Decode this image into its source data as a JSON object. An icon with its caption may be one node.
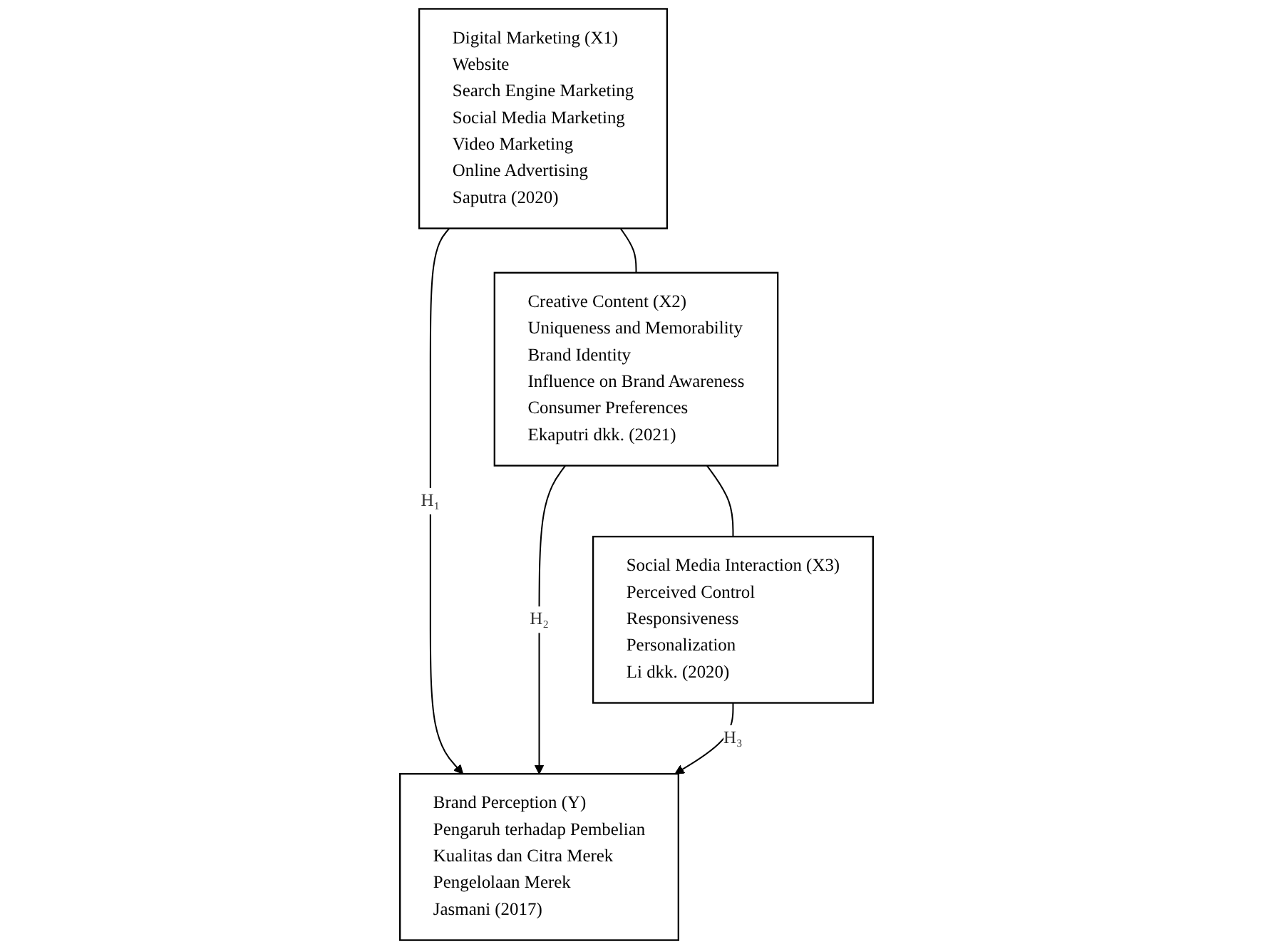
{
  "diagram": {
    "nodes": [
      {
        "text": [
          "Digital Marketing (X1)",
          "Website",
          "Search Engine Marketing",
          "Social Media Marketing",
          "Video Marketing",
          "Online Advertising",
          "Saputra (2020)"
        ]
      },
      {
        "text": [
          "Creative Content (X2)",
          "Uniqueness and Memorability",
          "Brand Identity",
          "Influence on Brand Awareness",
          "Consumer Preferences",
          "Ekaputri dkk. (2021)"
        ]
      },
      {
        "text": [
          "Social Media Interaction (X3)",
          "Perceived Control",
          "Responsiveness",
          "Personalization",
          "Li dkk. (2020)"
        ]
      },
      {
        "text": [
          "Brand Perception (Y)",
          "Pengaruh terhadap Pembelian",
          "Kualitas dan Citra Merek",
          "Pengelolaan Merek",
          "Jasmani (2017)"
        ]
      }
    ],
    "edges": [
      {
        "from": 0,
        "to": 1,
        "arrow": "none"
      },
      {
        "from": 1,
        "to": 2,
        "arrow": "none"
      },
      {
        "from": 0,
        "to": 3,
        "arrow": "to",
        "label": "H₁"
      },
      {
        "from": 1,
        "to": 3,
        "arrow": "to",
        "label": "H₂"
      },
      {
        "from": 2,
        "to": 3,
        "arrow": "to",
        "label": "H₃"
      }
    ]
  }
}
